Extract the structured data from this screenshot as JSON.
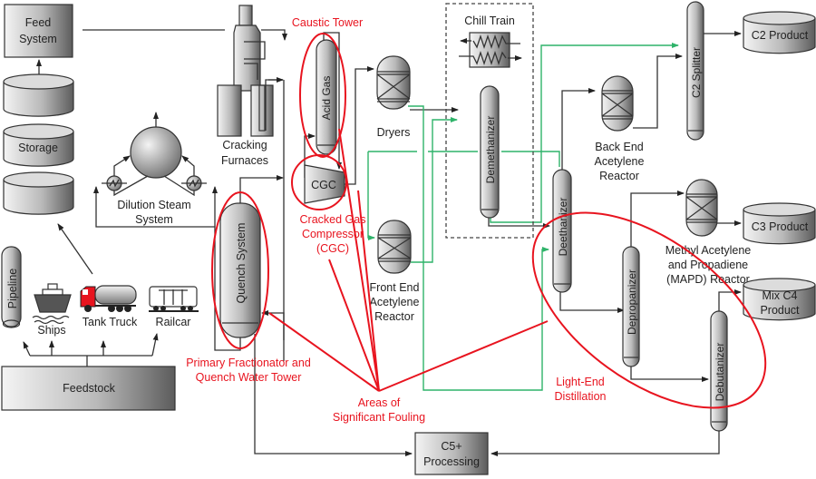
{
  "title": "Ethylene Plant Process Flow — Areas of Significant Fouling",
  "colors": {
    "process_line": "#333333",
    "green_line": "#2fb36a",
    "annotation_red": "#e8141f",
    "equipment_fill_light": "#f2f2f2",
    "equipment_fill_dark": "#5a5a5a"
  },
  "feed": {
    "feed_system": [
      "Feed",
      "System"
    ],
    "storage": "Storage",
    "feedstock": "Feedstock",
    "transport": {
      "pipeline": "Pipeline",
      "ships": "Ships",
      "tank_truck": "Tank Truck",
      "railcar": "Railcar"
    }
  },
  "hot_section": {
    "cracking_furnaces": [
      "Cracking",
      "Furnaces"
    ],
    "dilution_steam": [
      "Dilution Steam",
      "System"
    ],
    "quench_system": "Quench System",
    "acid_gas": "Acid Gas",
    "cgc": "CGC",
    "dryers": "Dryers",
    "front_end_reactor": [
      "Front End",
      "Acetylene",
      "Reactor"
    ]
  },
  "cold_section": {
    "chill_train": "Chill Train",
    "demethanizer": "Demethanizer",
    "deethanizer": "Deethanizer",
    "back_end_reactor": [
      "Back End",
      "Acetylene",
      "Reactor"
    ],
    "c2_splitter": "C2 Splitter",
    "depropanizer": "Depropanizer",
    "debutanizer": "Debutanizer",
    "mapd_reactor": [
      "Methyl Acetylene",
      "and Propadiene",
      "(MAPD) Reactor"
    ],
    "c5_processing": [
      "C5+",
      "Processing"
    ]
  },
  "products": {
    "c2": "C2 Product",
    "c3": "C3 Product",
    "c4": [
      "Mix C4",
      "Product"
    ]
  },
  "annotations": {
    "caustic_tower": "Caustic Tower",
    "cgc_full": [
      "Cracked Gas",
      "Compressor",
      "(CGC)"
    ],
    "primary_fractionator": [
      "Primary Fractionator and",
      "Quench Water Tower"
    ],
    "fouling": [
      "Areas of",
      "Significant Fouling"
    ],
    "light_end": [
      "Light-End",
      "Distillation"
    ]
  }
}
